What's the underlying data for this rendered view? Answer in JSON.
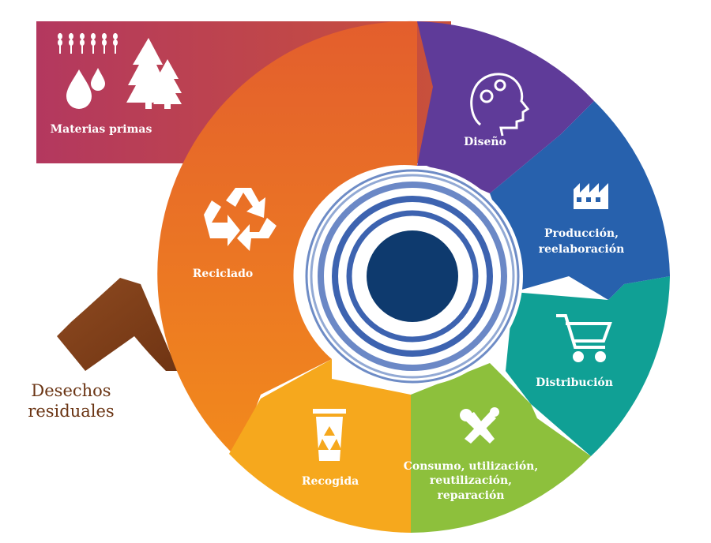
{
  "diagram": {
    "raw_materials": {
      "label": "Materias primas",
      "color": "#b7415a"
    },
    "residual_waste": {
      "line1": "Desechos",
      "line2": "residuales",
      "color": "#7a3b17"
    },
    "stages": [
      {
        "id": "diseno",
        "label": "Diseño",
        "icon": "head-gears-icon",
        "color": "#5f3a98"
      },
      {
        "id": "produccion",
        "line1": "Producción,",
        "line2": "reelaboración",
        "icon": "factory-icon",
        "color": "#2860ac"
      },
      {
        "id": "distribucion",
        "label": "Distribución",
        "icon": "shopping-cart-icon",
        "color": "#0f9a91"
      },
      {
        "id": "consumo",
        "line1": "Consumo, utilización,",
        "line2": "reutilización,",
        "line3": "reparación",
        "icon": "tools-icon",
        "color": "#8dc03c"
      },
      {
        "id": "recogida",
        "label": "Recogida",
        "icon": "recycle-bin-icon",
        "color": "#f4a71d"
      },
      {
        "id": "reciclado",
        "label": "Reciclado",
        "icon": "recycle-icon",
        "color": "#ec6c24"
      }
    ],
    "center": {
      "dot_color": "#0e3a6e",
      "ring_color": "#4a6fb8"
    }
  }
}
